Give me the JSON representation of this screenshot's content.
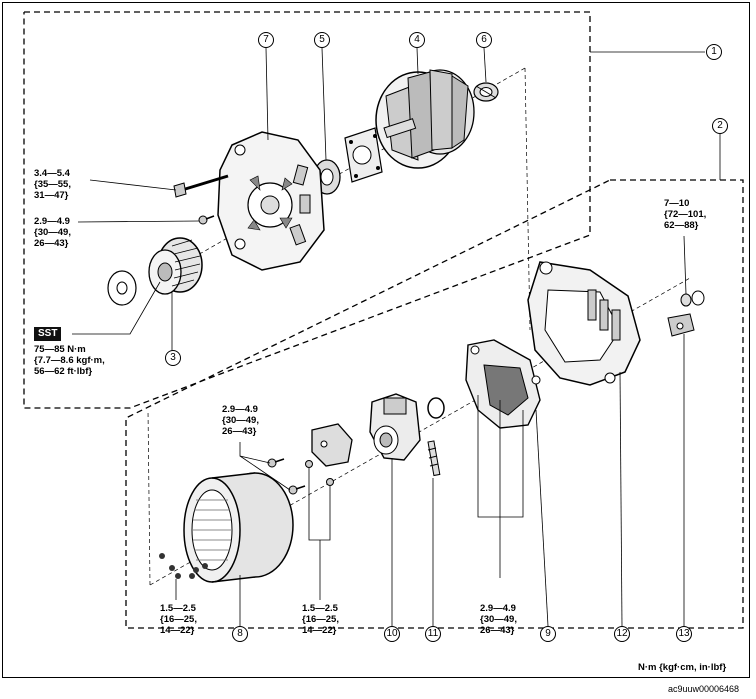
{
  "diagram": {
    "callouts": {
      "c1": "1",
      "c2": "2",
      "c3": "3",
      "c4": "4",
      "c5": "5",
      "c6": "6",
      "c7": "7",
      "c8": "8",
      "c9": "9",
      "c10": "10",
      "c11": "11",
      "c12": "12",
      "c13": "13"
    },
    "torque_specs": {
      "t_bolt_front": "3.4—5.4\n{35—55,\n31—47}",
      "t_screw_front": "2.9—4.9\n{30—49,\n26—43}",
      "t_pulley": "75—85 N·m\n{7.7—8.6 kgf·m,\n56—62 ft·lbf}",
      "t_terminal": "7—10\n{72—101,\n62—88}",
      "t_regulator": "2.9—4.9\n{30—49,\n26—43}",
      "t_stator": "1.5—2.5\n{16—25,\n14—22}",
      "t_brush": "1.5—2.5\n{16—25,\n14—22}",
      "t_rectifier": "2.9—4.9\n{30—49,\n26—43}"
    },
    "sst_label": "SST",
    "units_note": "N·m {kgf·cm, in·lbf}",
    "doc_id": "ac9uuw00006468"
  }
}
